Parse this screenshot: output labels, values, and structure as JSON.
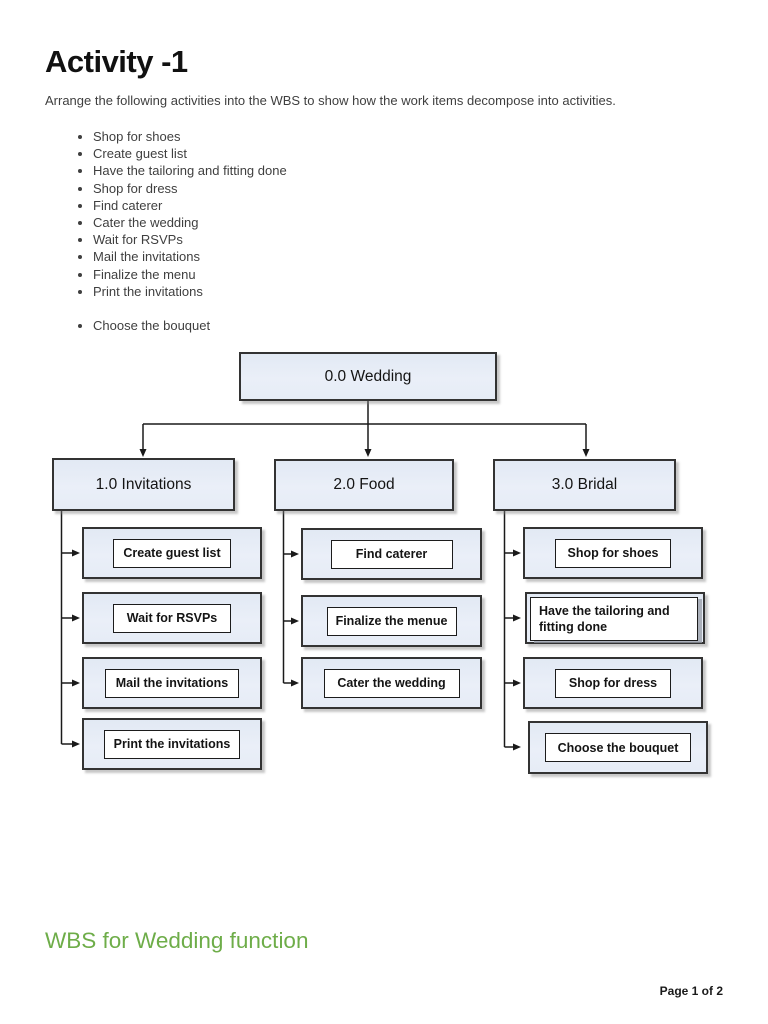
{
  "page": {
    "title": "Activity -1",
    "intro": "Arrange the following activities into the WBS to show how the work items decompose into activities.",
    "caption": "WBS for Wedding function",
    "footer": "Page 1 of 2"
  },
  "bullets": [
    "Shop for shoes",
    "Create guest list",
    "Have the tailoring and fitting done",
    "Shop for dress",
    "Find caterer",
    "Cater the wedding",
    "Wait for RSVPs",
    "Mail the invitations",
    "Finalize the menu",
    "Print the invitations",
    "Choose the bouquet"
  ],
  "diagram": {
    "root": "0.0 Wedding",
    "columns": [
      {
        "header": "1.0 Invitations",
        "items": [
          "Create guest list",
          "Wait for RSVPs",
          "Mail the invitations",
          "Print the invitations"
        ]
      },
      {
        "header": "2.0 Food",
        "items": [
          "Find caterer",
          "Finalize the menue",
          "Cater the wedding"
        ]
      },
      {
        "header": "3.0 Bridal",
        "items": [
          "Shop for shoes",
          "Have the tailoring and fitting done",
          "Shop for dress",
          "Choose the bouquet"
        ]
      }
    ]
  },
  "colors": {
    "accent_green": "#6ead49",
    "box_fill": "#e7edf6",
    "box_border": "#333333",
    "inner_fill": "#ffffff",
    "text": "#141414"
  }
}
